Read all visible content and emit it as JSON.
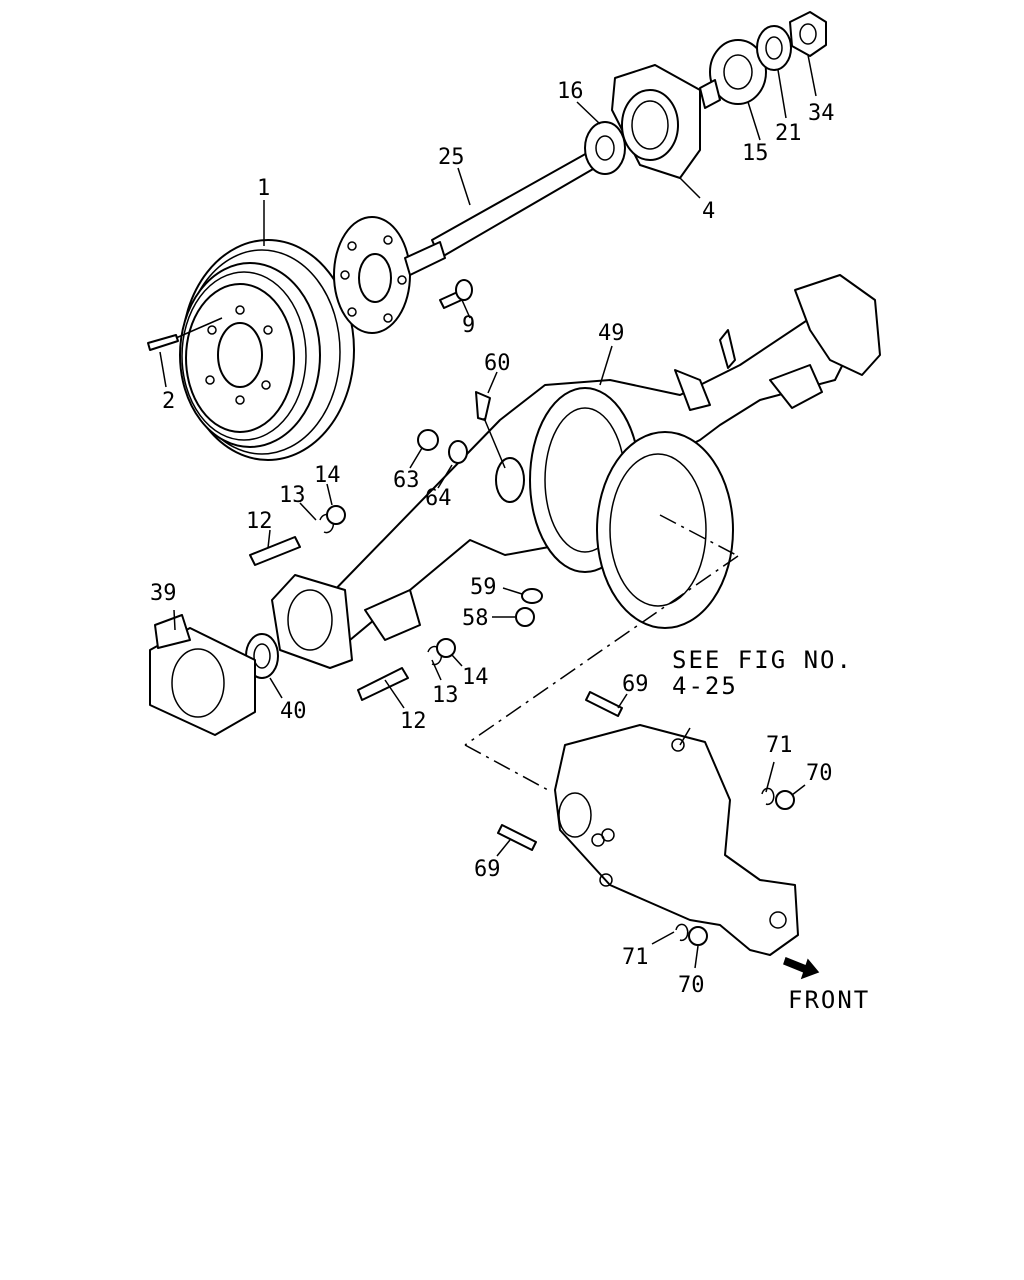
{
  "note": {
    "line1": "SEE FIG NO.",
    "line2": "4-25"
  },
  "direction_label": "FRONT",
  "arrow_icon": "arrow-right-down-icon",
  "callouts": [
    {
      "id": "1",
      "text": "1"
    },
    {
      "id": "2",
      "text": "2"
    },
    {
      "id": "4",
      "text": "4"
    },
    {
      "id": "9",
      "text": "9"
    },
    {
      "id": "12a",
      "text": "12"
    },
    {
      "id": "12b",
      "text": "12"
    },
    {
      "id": "13a",
      "text": "13"
    },
    {
      "id": "13b",
      "text": "13"
    },
    {
      "id": "14a",
      "text": "14"
    },
    {
      "id": "14b",
      "text": "14"
    },
    {
      "id": "15",
      "text": "15"
    },
    {
      "id": "16",
      "text": "16"
    },
    {
      "id": "21",
      "text": "21"
    },
    {
      "id": "25",
      "text": "25"
    },
    {
      "id": "34",
      "text": "34"
    },
    {
      "id": "39",
      "text": "39"
    },
    {
      "id": "40",
      "text": "40"
    },
    {
      "id": "49",
      "text": "49"
    },
    {
      "id": "58",
      "text": "58"
    },
    {
      "id": "59",
      "text": "59"
    },
    {
      "id": "60",
      "text": "60"
    },
    {
      "id": "63",
      "text": "63"
    },
    {
      "id": "64",
      "text": "64"
    },
    {
      "id": "69a",
      "text": "69"
    },
    {
      "id": "69b",
      "text": "69"
    },
    {
      "id": "70a",
      "text": "70"
    },
    {
      "id": "70b",
      "text": "70"
    },
    {
      "id": "71a",
      "text": "71"
    },
    {
      "id": "71b",
      "text": "71"
    }
  ]
}
